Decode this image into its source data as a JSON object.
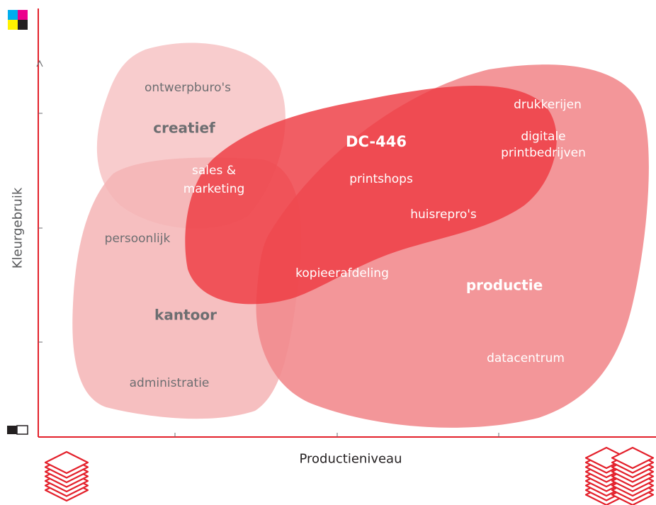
{
  "axes": {
    "y_label": "Kleurgebruik",
    "x_label": "Productieniveau"
  },
  "colors": {
    "axis": "#e3202b",
    "creatief": "#f7c3c4",
    "kantoor": "#f4b4b5",
    "productie": "#f28b8e",
    "dc446": "#ee3a42",
    "text_grey": "#6d6e71"
  },
  "icons": {
    "top_left": "cmyk-swatch-icon",
    "bottom_left": "mono-toggle-icon",
    "bottom_left_stack": "single-paper-stack-icon",
    "bottom_right_stack": "double-paper-stack-icon"
  },
  "regions": {
    "creatief": {
      "title": "creatief",
      "items": [
        "ontwerpburo's",
        "sales &",
        "marketing"
      ]
    },
    "kantoor": {
      "title": "kantoor",
      "items": [
        "persoonlijk",
        "administratie"
      ]
    },
    "dc446": {
      "title": "DC-446",
      "items": [
        "printshops",
        "huisrepro's",
        "kopieerafdeling"
      ]
    },
    "productie": {
      "title": "productie",
      "items": [
        "drukkerijen",
        "digitale",
        "printbedrijven",
        "datacentrum"
      ]
    }
  }
}
